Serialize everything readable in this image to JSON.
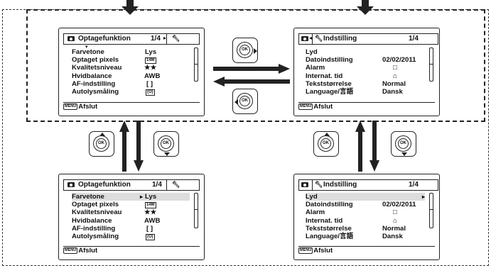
{
  "colors": {
    "line": "#222222",
    "highlight": "#dddddd",
    "background": "#ffffff"
  },
  "screens": {
    "tl": {
      "header_title": "Optagefunktion",
      "page": "1/4",
      "rows": [
        {
          "label": "Farvetone",
          "value": "Lys"
        },
        {
          "label": "Optaget pixels",
          "value": "14M"
        },
        {
          "label": "Kvalitetsniveau",
          "value": "★★"
        },
        {
          "label": "Hvidbalance",
          "value": "AWB"
        },
        {
          "label": "AF-indstilling",
          "value": "[ ]"
        },
        {
          "label": "Autolysmåling",
          "value": "(O)"
        }
      ],
      "footer_badge": "MENU",
      "footer_text": "Afslut"
    },
    "bl": {
      "header_title": "Optagefunktion",
      "page": "1/4",
      "rows": [
        {
          "label": "Farvetone",
          "value": "Lys"
        },
        {
          "label": "Optaget pixels",
          "value": "14M"
        },
        {
          "label": "Kvalitetsniveau",
          "value": "★★"
        },
        {
          "label": "Hvidbalance",
          "value": "AWB"
        },
        {
          "label": "AF-indstilling",
          "value": "[ ]"
        },
        {
          "label": "Autolysmåling",
          "value": "(O)"
        }
      ],
      "footer_badge": "MENU",
      "footer_text": "Afslut"
    },
    "tr": {
      "header_title": "Indstilling",
      "page": "1/4",
      "rows": [
        {
          "label": "Lyd",
          "value": ""
        },
        {
          "label": "Datoindstilling",
          "value": "02/02/2011"
        },
        {
          "label": "Alarm",
          "value": "□"
        },
        {
          "label": "Internat. tid",
          "value": "⌂"
        },
        {
          "label": "Tekststørrelse",
          "value": "Normal"
        },
        {
          "label": "Language/言語",
          "value": "Dansk"
        }
      ],
      "footer_badge": "MENU",
      "footer_text": "Afslut"
    },
    "br": {
      "header_title": "Indstilling",
      "page": "1/4",
      "rows": [
        {
          "label": "Lyd",
          "value": ""
        },
        {
          "label": "Datoindstilling",
          "value": "02/02/2011"
        },
        {
          "label": "Alarm",
          "value": "□"
        },
        {
          "label": "Internat. tid",
          "value": "⌂"
        },
        {
          "label": "Tekststørrelse",
          "value": "Normal"
        },
        {
          "label": "Language/言語",
          "value": "Dansk"
        }
      ],
      "footer_badge": "MENU",
      "footer_text": "Afslut"
    }
  },
  "ok_label": "OK",
  "icons": [
    "camera-icon",
    "wrench-icon",
    "ok-button-icon",
    "arrow-icon"
  ]
}
